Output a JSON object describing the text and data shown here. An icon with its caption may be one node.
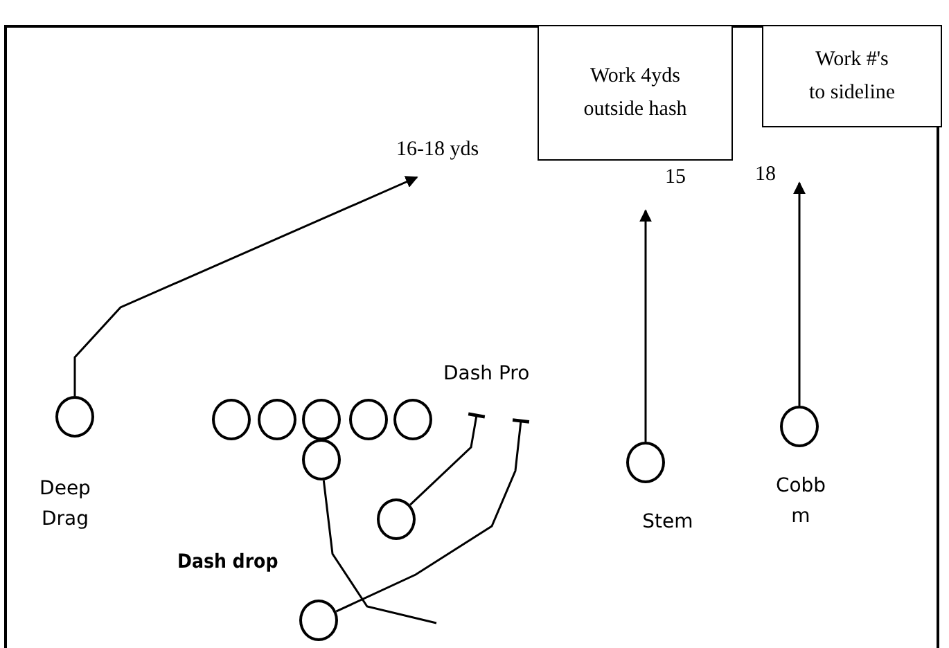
{
  "diagram": {
    "nodes": [
      {
        "text": [
          "Work 4yds outside hash"
        ]
      },
      {
        "text": [
          "Work #'s to sideline"
        ]
      },
      {
        "text": [],
        "shape": "circle",
        "beside": [
          "Deep Drag"
        ]
      },
      {
        "text": [],
        "shape": "circle"
      },
      {
        "text": [],
        "shape": "circle"
      },
      {
        "text": [],
        "shape": "circle"
      },
      {
        "text": [],
        "shape": "circle"
      },
      {
        "text": [],
        "shape": "circle"
      },
      {
        "text": [],
        "shape": "circle"
      },
      {
        "text": [],
        "shape": "circle"
      },
      {
        "text": [],
        "shape": "circle"
      },
      {
        "text": [],
        "shape": "circle",
        "beside": [
          "Stem"
        ]
      },
      {
        "text": [],
        "shape": "circle",
        "beside": [
          "Cobb m"
        ]
      }
    ],
    "edges": [
      {
        "from": 2,
        "to": null,
        "arrow": "to",
        "label": "16-18 yds"
      },
      {
        "from": 11,
        "to": null,
        "arrow": "to",
        "label": "15"
      },
      {
        "from": 12,
        "to": null,
        "arrow": "to",
        "label": "18"
      },
      {
        "from": 8,
        "to": null,
        "arrow": "none"
      },
      {
        "from": 9,
        "to": null,
        "arrow": "other"
      },
      {
        "from": 10,
        "to": null,
        "arrow": "other"
      }
    ],
    "labels": [
      "Dash Pro",
      "Dash drop"
    ]
  }
}
